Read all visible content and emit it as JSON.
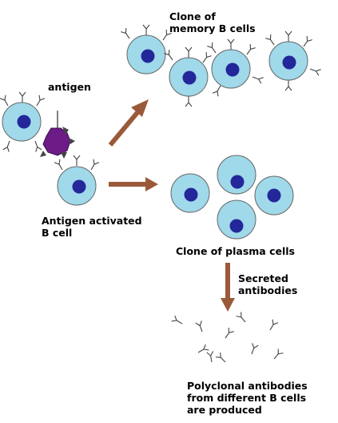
{
  "labels": {
    "memory_clone": [
      "Clone of",
      "memory B cells"
    ],
    "antigen": "antigen",
    "activated": [
      "Antigen activated",
      "B cell"
    ],
    "plasma_clone": "Clone of plasma cells",
    "secreted": [
      "Secreted",
      "antibodies"
    ],
    "polyclonal": [
      "Polyclonal antibodies",
      "from different B cells",
      "are produced"
    ]
  },
  "colors": {
    "cell_fill": "#9fd9ea",
    "nucleus": "#23279a",
    "antigen": "#6c1b87",
    "arrow": "#9a5a3a",
    "outline": "#444444"
  }
}
